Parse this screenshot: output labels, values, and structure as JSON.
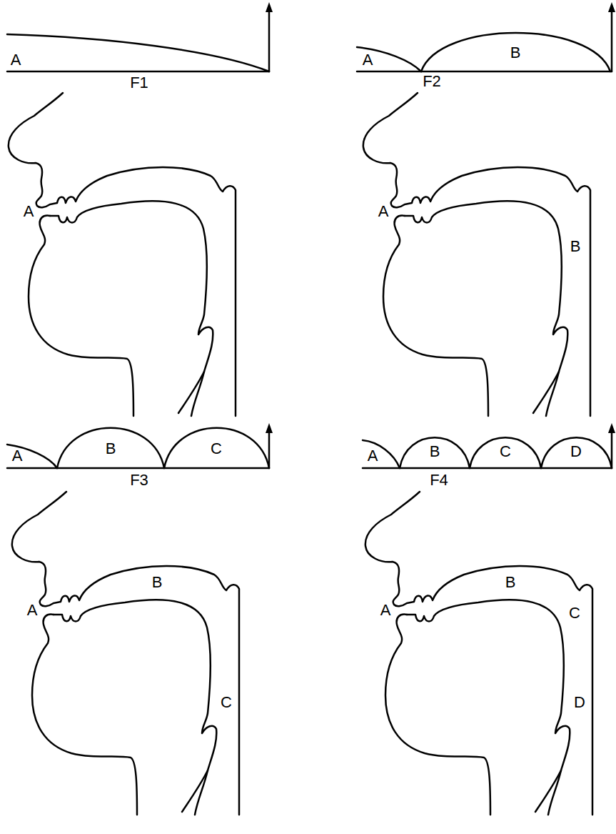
{
  "diagram": {
    "labels": [
      "A",
      "F1",
      "A",
      "A",
      "B",
      "F2",
      "A",
      "B",
      "A",
      "B",
      "C",
      "F3",
      "A",
      "B",
      "C",
      "A",
      "B",
      "C",
      "D",
      "F4",
      "A",
      "B",
      "C",
      "D"
    ]
  }
}
